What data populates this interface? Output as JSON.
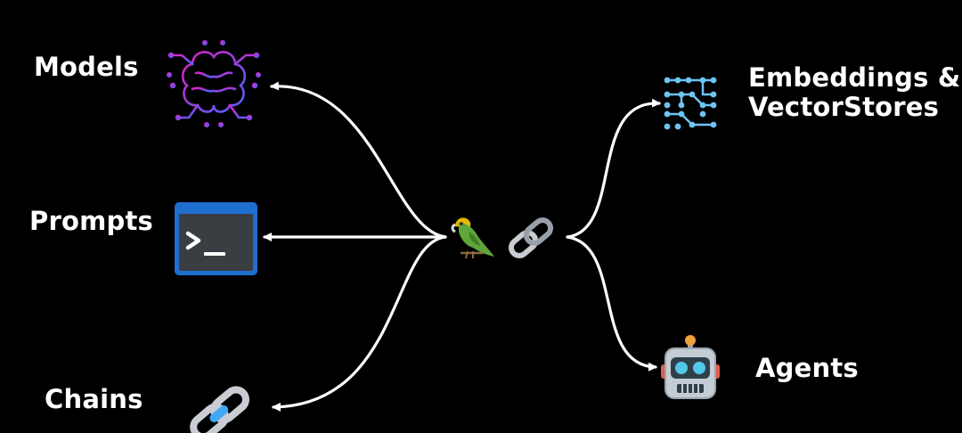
{
  "diagram": {
    "center": {
      "parrot_icon": "parrot-emoji",
      "link_icon": "chain-link-icon"
    },
    "nodes": {
      "models": {
        "label": "Models",
        "icon": "ai-brain-circuit-icon"
      },
      "prompts": {
        "label": "Prompts",
        "icon": "terminal-prompt-icon"
      },
      "chains": {
        "label": "Chains",
        "icon": "chain-link-icon"
      },
      "embeddings": {
        "label_line1": "Embeddings &",
        "label_line2": "VectorStores",
        "icon": "vector-grid-icon"
      },
      "agents": {
        "label": "Agents",
        "icon": "robot-icon"
      }
    },
    "colors": {
      "background": "#000000",
      "arrows": "#ffffff",
      "brain_gradient_start": "#e020c0",
      "brain_gradient_end": "#4a64ff",
      "terminal_frame": "#1f6fd1",
      "terminal_body": "#3a3d42",
      "vector_dots": "#6cc4f2",
      "chain_metal": "#c9cdd3",
      "chain_blue": "#3fa9f5"
    }
  }
}
